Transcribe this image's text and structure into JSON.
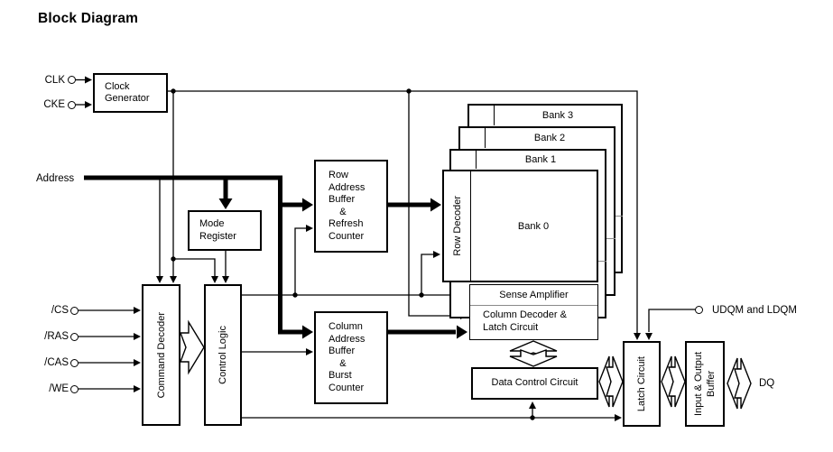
{
  "title": "Block Diagram",
  "colors": {
    "line": "#000000",
    "background": "#ffffff",
    "divider_gray": "#8a8a8a"
  },
  "icons": {
    "terminal": "open-circle"
  },
  "terminals": {
    "clk": "CLK",
    "cke": "CKE",
    "address": "Address",
    "cs": "/CS",
    "ras": "/RAS",
    "cas": "/CAS",
    "we": "/WE",
    "udqm": "UDQM and LDQM",
    "dq": "DQ"
  },
  "blocks": {
    "clock_generator": "Clock\nGenerator",
    "mode_register": "Mode\nRegister",
    "row_address_buffer": "Row\nAddress\nBuffer\n    &\nRefresh\nCounter",
    "column_address_buffer": "Column\nAddress\nBuffer\n    &\nBurst\nCounter",
    "command_decoder": "Command Decoder",
    "control_logic": "Control Logic",
    "row_decoder": "Row Decoder",
    "banks": [
      "Bank 0",
      "Bank 1",
      "Bank 2",
      "Bank 3"
    ],
    "sense_amplifier": "Sense Amplifier",
    "column_decoder_latch": "Column Decoder &\nLatch Circuit",
    "data_control_circuit": "Data Control Circuit",
    "latch_circuit": "Latch Circuit",
    "io_buffer": "Input & Output\nBuffer"
  }
}
